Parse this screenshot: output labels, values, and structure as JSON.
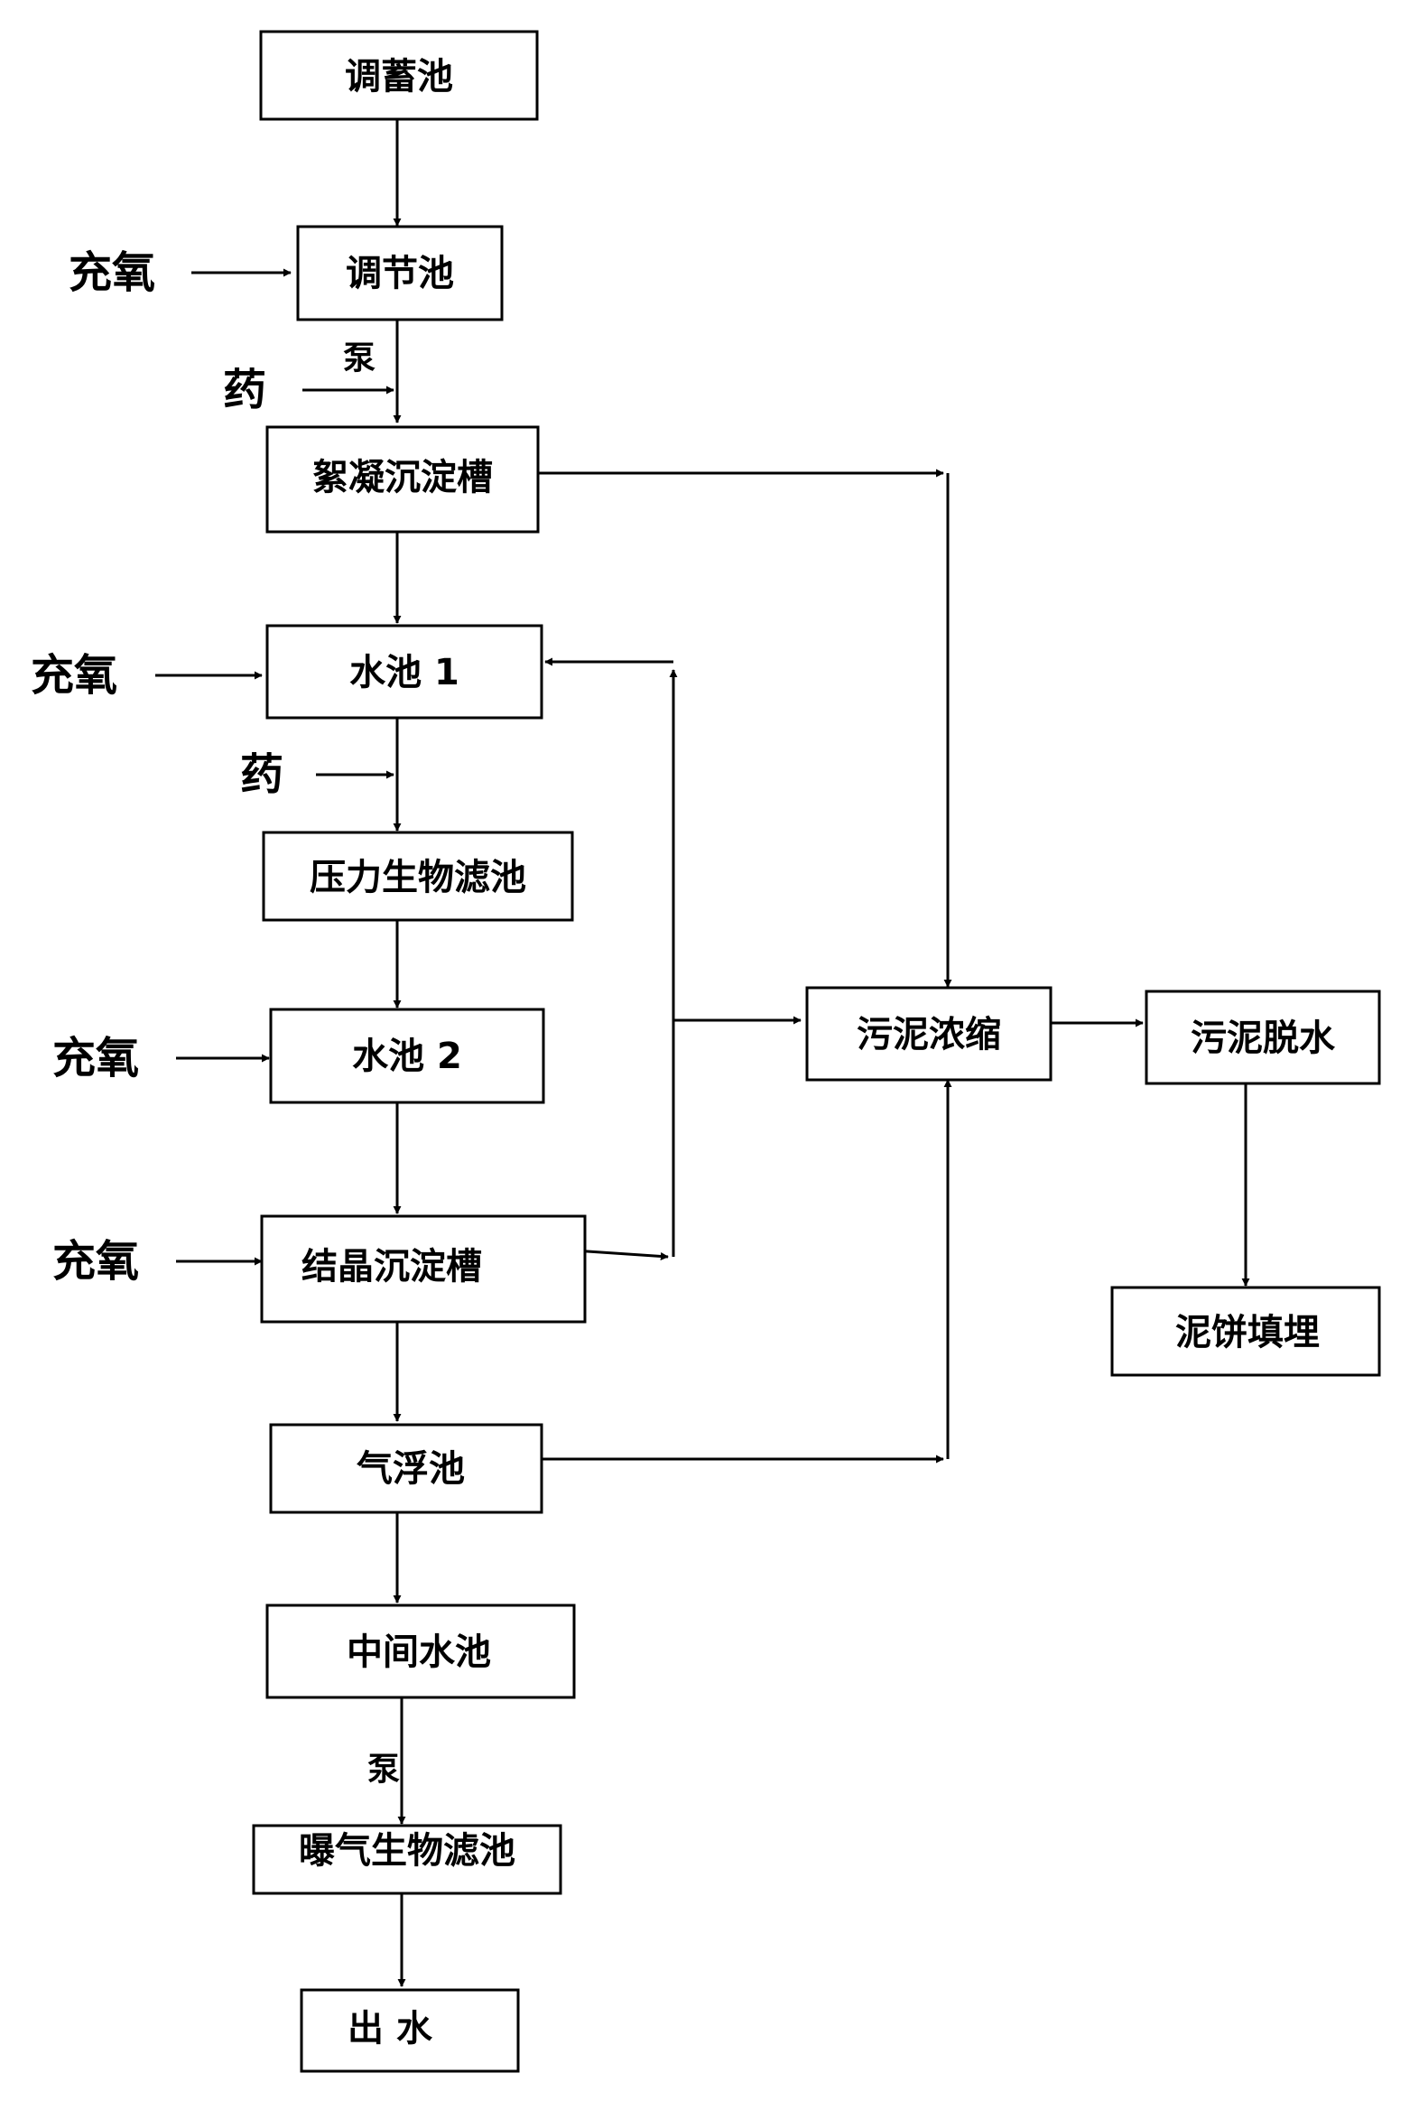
{
  "nodes": {
    "n1": "调蓄池",
    "n2": "调节池",
    "n3": "絮凝沉淀槽",
    "n4": "水池 1",
    "n5": "压力生物滤池",
    "n6": "水池 2",
    "n7": "结晶沉淀槽",
    "n8": "气浮池",
    "n9": "中间水池",
    "n10": "曝气生物滤池",
    "n11": "出 水",
    "n12": "污泥浓缩",
    "n13": "污泥脱水",
    "n14": "泥饼填埋"
  },
  "inputs": {
    "oxygen1": "充氧",
    "oxygen2": "充氧",
    "oxygen3": "充氧",
    "oxygen4": "充氧",
    "chem1": "药",
    "chem2": "药"
  },
  "labels": {
    "pump1": "泵",
    "pump2": "泵"
  }
}
